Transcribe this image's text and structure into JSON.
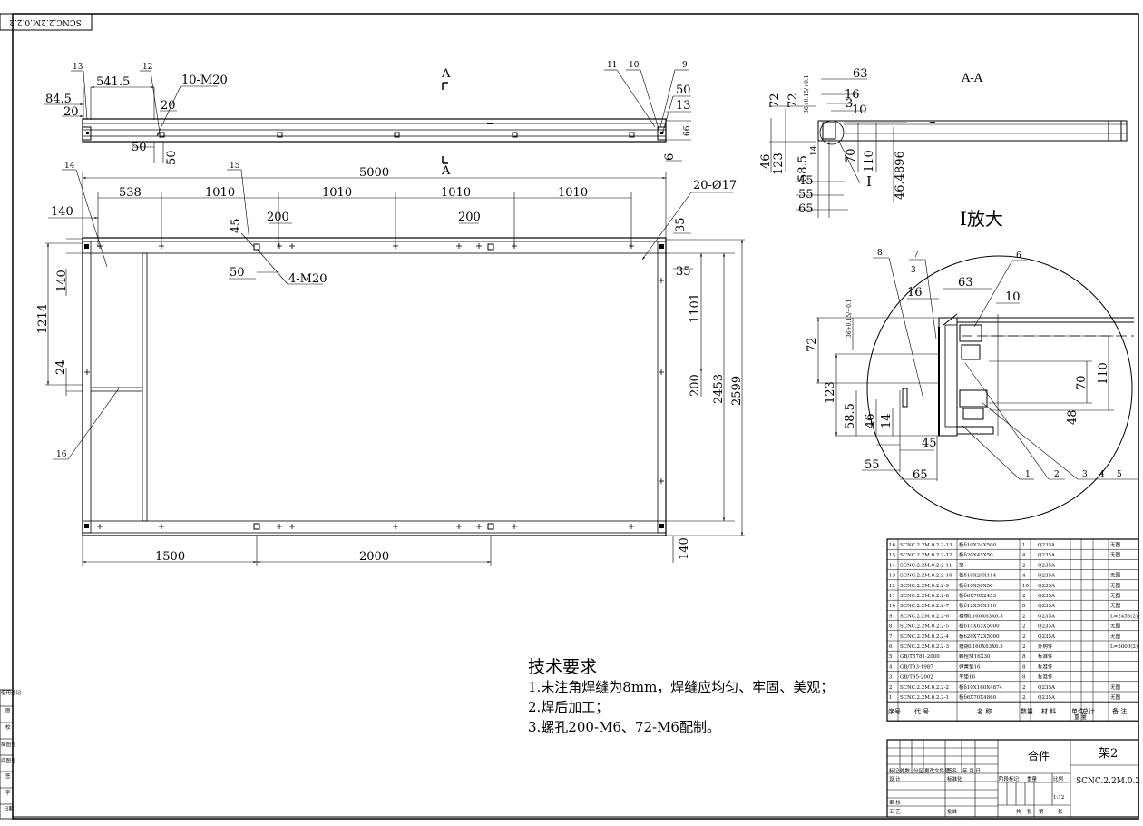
{
  "drawing": {
    "code_stamp": "SCNC.2.2M.0.2.2",
    "section_label": "A",
    "section_view_label": "A-A",
    "detail_title": "I放大",
    "detail_marker": "I"
  },
  "top_view": {
    "dims": [
      "84.5",
      "20",
      "541.5",
      "20",
      "10-M20",
      "50",
      "50",
      "50",
      "13",
      "66",
      "6"
    ],
    "balloons": [
      "13",
      "12",
      "11",
      "10",
      "9"
    ]
  },
  "plan_view": {
    "overall": "5000",
    "spacing": [
      "538",
      "1010",
      "1010",
      "1010",
      "1010"
    ],
    "bottom": [
      "1500",
      "2000"
    ],
    "dims": [
      "140",
      "45",
      "200",
      "200",
      "140",
      "50",
      "4-M20",
      "1214",
      "24",
      "1101",
      "200",
      "2453",
      "2599",
      "35",
      "35",
      "140",
      "20-Ø17"
    ],
    "balloons": [
      "14",
      "15",
      "16"
    ]
  },
  "section_view": {
    "dims": [
      "63",
      "16",
      "3",
      "10",
      "72",
      "72",
      "36+0.15/+0.1",
      "46",
      "123",
      "58.5",
      "14",
      "45",
      "55",
      "65",
      "70",
      "110",
      "46.4896"
    ]
  },
  "detail_view": {
    "dims": [
      "63",
      "16",
      "10",
      "72",
      "36+0.15/+0.1",
      "123",
      "58.5",
      "46",
      "14",
      "45",
      "55",
      "65",
      "70",
      "110",
      "48"
    ],
    "balloons": [
      "8",
      "7",
      "3",
      "6",
      "1",
      "2",
      "3",
      "4",
      "5"
    ]
  },
  "technical_requirements": {
    "title": "技术要求",
    "items": [
      "1.未注角焊缝为8mm，焊缝应均匀、牢固、美观；",
      "2.焊后加工；",
      "3.螺孔200-M6、72-M6配制。"
    ]
  },
  "bom": {
    "rows": [
      {
        "no": "16",
        "code": "SCNC.2.2M.0.2.2-13",
        "name": "板δ10X24X500",
        "qty": "1",
        "material": "Q235A",
        "note": "无图"
      },
      {
        "no": "15",
        "code": "SCNC.2.2M.0.2.2-12",
        "name": "板δ20X45X50",
        "qty": "4",
        "material": "Q235A",
        "note": "无图"
      },
      {
        "no": "14",
        "code": "SCNC.2.2M.0.2.2-11",
        "name": "架",
        "qty": "2",
        "material": "Q235A",
        "note": ""
      },
      {
        "no": "13",
        "code": "SCNC.2.2M.0.2.2-10",
        "name": "板δ10X20X114",
        "qty": "4",
        "material": "Q235A",
        "note": "无图"
      },
      {
        "no": "12",
        "code": "SCNC.2.2M.0.2.2-9",
        "name": "板δ10X50X50",
        "qty": "10",
        "material": "Q235A",
        "note": "无图"
      },
      {
        "no": "11",
        "code": "SCNC.2.2M.0.2.2-8",
        "name": "板δ6X70X2453",
        "qty": "2",
        "material": "Q235A",
        "note": "无图"
      },
      {
        "no": "10",
        "code": "SCNC.2.2M.0.2.2-7",
        "name": "板δ12X50X110",
        "qty": "8",
        "material": "Q235A",
        "note": "无图"
      },
      {
        "no": "9",
        "code": "SCNC.2.2M.0.2.2-6",
        "name": "槽钢L160X63X6.5",
        "qty": "2",
        "material": "Q235A",
        "note": "L=2453(2)"
      },
      {
        "no": "8",
        "code": "SCNC.2.2M.0.2.2-5",
        "name": "板δ14X65X5000",
        "qty": "2",
        "material": "Q235A",
        "note": "无图"
      },
      {
        "no": "7",
        "code": "SCNC.2.2M.0.2.2-4",
        "name": "板δ20X72X5000",
        "qty": "2",
        "material": "Q235A",
        "note": "无图"
      },
      {
        "no": "6",
        "code": "SCNC.2.2M.0.2.2-3",
        "name": "槽钢L160X63X6.5",
        "qty": "2",
        "material": "外购件",
        "note": "L=5000(2)"
      },
      {
        "no": "5",
        "code": "GB/T5781-2000",
        "name": "螺栓M16X30",
        "qty": "8",
        "material": "标准件",
        "note": ""
      },
      {
        "no": "4",
        "code": "GB/T93-1987",
        "name": "弹簧垫16",
        "qty": "8",
        "material": "标准件",
        "note": ""
      },
      {
        "no": "3",
        "code": "GB/T95-2002",
        "name": "平垫16",
        "qty": "8",
        "material": "标准件",
        "note": ""
      },
      {
        "no": "2",
        "code": "SCNC.2.2M.0.2.2-2",
        "name": "板δ10X160X4874",
        "qty": "2",
        "material": "Q235A",
        "note": "无图"
      },
      {
        "no": "1",
        "code": "SCNC.2.2M.0.2.2-1",
        "name": "板δ6X70X4860",
        "qty": "2",
        "material": "Q235A",
        "note": "无图"
      }
    ],
    "header": {
      "no": "序号",
      "code": "代  号",
      "name": "名  称",
      "qty": "数量",
      "material": "材  料",
      "unit_weight": "单件",
      "total_weight": "总计",
      "weight": "重 量",
      "note": "备 注"
    }
  },
  "title_block": {
    "heji": "合件",
    "part_name": "架2",
    "drawing_no": "SCNC.2.2M.0.2",
    "scale": "1:12",
    "labels": {
      "mark": "标记",
      "count": "处数",
      "zone": "分区",
      "change_doc": "更改文件号",
      "sign": "签名",
      "date": "年.月.日",
      "design": "设  计",
      "standardize": "标准化",
      "stage": "阶段标记",
      "weight": "重量",
      "ratio": "比例",
      "review": "审  核",
      "process": "工  艺",
      "approve": "批准",
      "total": "共",
      "sheets": "张",
      "sheet": "第",
      "sheet2": "张"
    }
  },
  "side_strip": [
    "借用登记",
    "图",
    "校",
    "描图号",
    "底图号",
    "签",
    "字",
    "日期"
  ]
}
